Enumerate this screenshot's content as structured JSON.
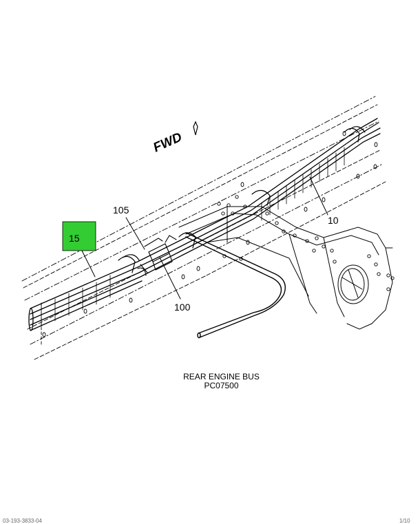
{
  "orientation_label": "FWD",
  "callouts": {
    "highlighted": {
      "text": "15",
      "color": "#33cc33"
    },
    "c105": "105",
    "c10": "10",
    "c100": "100"
  },
  "caption": {
    "title": "REAR ENGINE BUS",
    "code": "PC07500"
  },
  "footer": {
    "left": "03-193-3833-04",
    "right": "1/10"
  }
}
